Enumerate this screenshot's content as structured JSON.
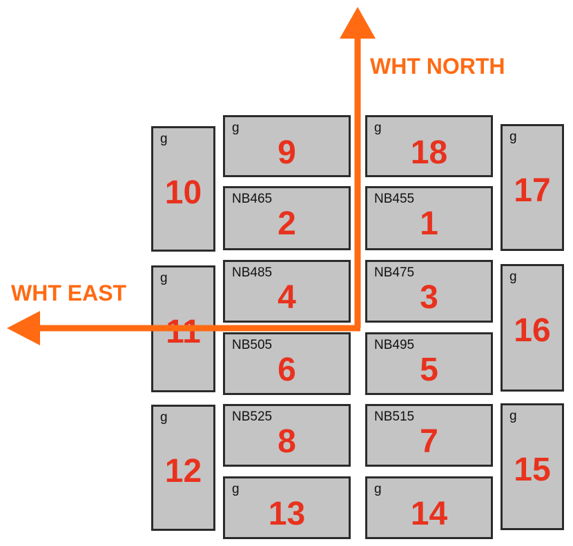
{
  "labels": {
    "north": "WHT NORTH",
    "east": "WHT EAST"
  },
  "colors": {
    "arrow": "#ff6a13",
    "tile_fill": "#c4c4c4",
    "tile_border": "#2b2b2b",
    "number": "#e8321e",
    "filter_text": "#111111"
  },
  "tiles": [
    {
      "number": "10",
      "filter": "g"
    },
    {
      "number": "9",
      "filter": "g"
    },
    {
      "number": "18",
      "filter": "g"
    },
    {
      "number": "17",
      "filter": "g"
    },
    {
      "number": "2",
      "filter": "NB465"
    },
    {
      "number": "1",
      "filter": "NB455"
    },
    {
      "number": "11",
      "filter": "g"
    },
    {
      "number": "4",
      "filter": "NB485"
    },
    {
      "number": "3",
      "filter": "NB475"
    },
    {
      "number": "16",
      "filter": "g"
    },
    {
      "number": "6",
      "filter": "NB505"
    },
    {
      "number": "5",
      "filter": "NB495"
    },
    {
      "number": "12",
      "filter": "g"
    },
    {
      "number": "8",
      "filter": "NB525"
    },
    {
      "number": "7",
      "filter": "NB515"
    },
    {
      "number": "15",
      "filter": "g"
    },
    {
      "number": "13",
      "filter": "g"
    },
    {
      "number": "14",
      "filter": "g"
    }
  ]
}
